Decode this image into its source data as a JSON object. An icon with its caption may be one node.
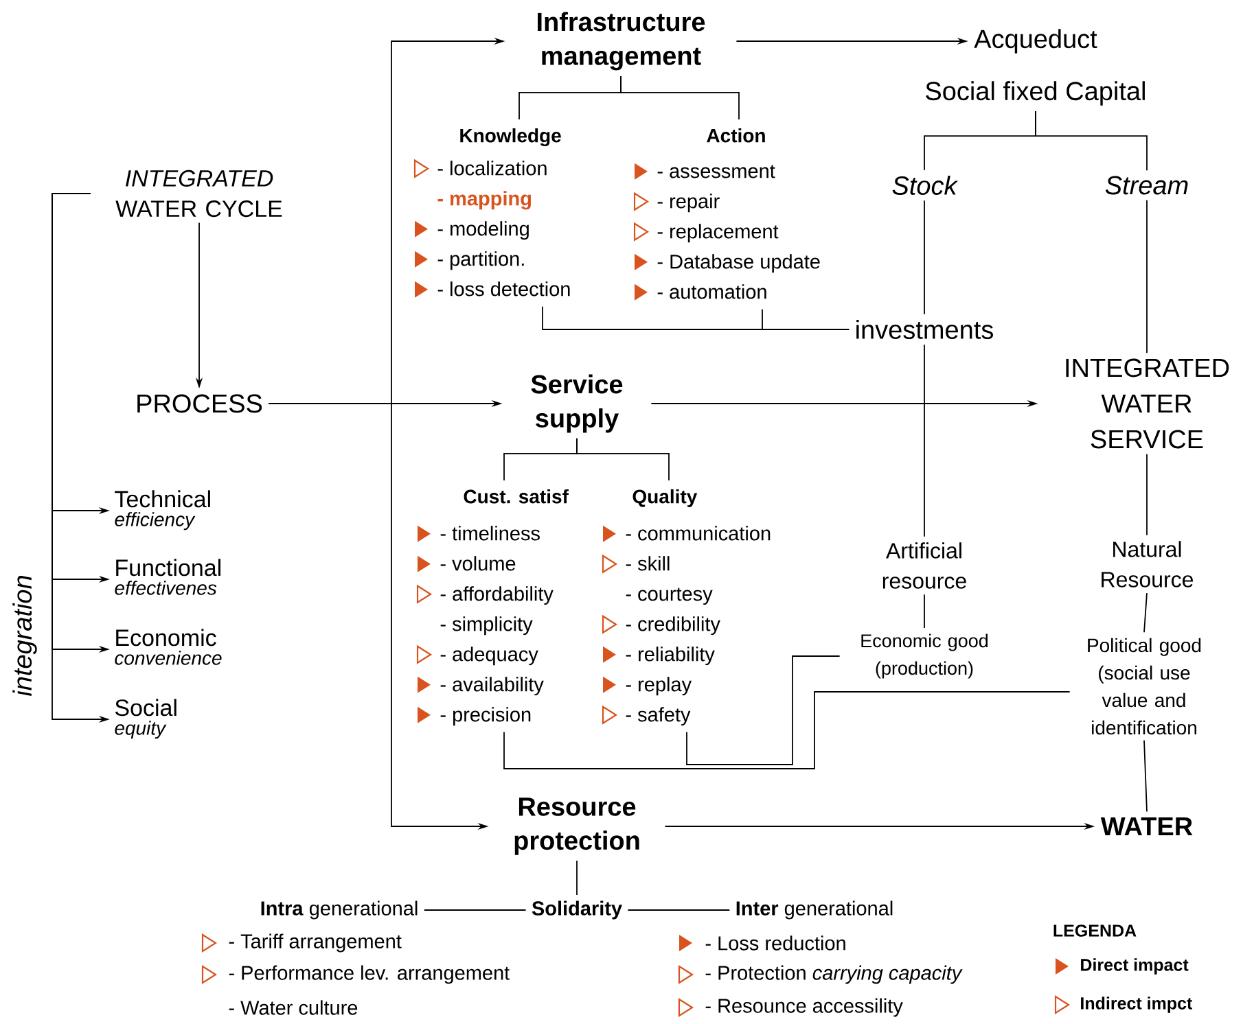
{
  "diagram": {
    "nodes": [
      {
        "text": [
          "*INTEGRATED* WATER CYCLE"
        ]
      },
      {
        "text": [
          "PROCESS"
        ]
      },
      {
        "text": [
          "Technical",
          "efficiency"
        ]
      },
      {
        "text": [
          "Functional",
          "effectivenes"
        ]
      },
      {
        "text": [
          "Economic",
          "convenience"
        ]
      },
      {
        "text": [
          "Social",
          "equity"
        ]
      },
      {
        "text": [
          "Infrastructure management"
        ]
      },
      {
        "text": [
          "Knowledge",
          "- localization",
          "- mapping",
          "- modeling",
          "- partition.",
          "- loss detection"
        ]
      },
      {
        "text": [
          "Action",
          "- assessment",
          "- repair",
          "- replacement",
          "- Database update",
          "- automation"
        ]
      },
      {
        "text": [
          "Service supply"
        ]
      },
      {
        "text": [
          "Cust. satisf",
          "- timeliness",
          "- volume",
          "- affordability",
          "- simplicity",
          "- adequacy",
          "- availability",
          "- precision"
        ]
      },
      {
        "text": [
          "Quality",
          "- communication",
          "- skill",
          "- courtesy",
          "- credibility",
          "- reliability",
          "- replay",
          "- safety"
        ]
      },
      {
        "text": [
          "Resource protection"
        ]
      },
      {
        "text": [
          "**Intra** generational"
        ]
      },
      {
        "text": [
          "Solidarity"
        ]
      },
      {
        "text": [
          "**Inter** generational"
        ]
      },
      {
        "text": [
          "Acqueduct"
        ]
      },
      {
        "text": [
          "Social fixed Capital"
        ]
      },
      {
        "text": [
          "Stock"
        ]
      },
      {
        "text": [
          "Stream"
        ]
      },
      {
        "text": [
          "investments"
        ]
      },
      {
        "text": [
          "INTEGRATED WATER SERVICE"
        ]
      },
      {
        "text": [
          "Artificial resource"
        ]
      },
      {
        "text": [
          "Natural Resource"
        ]
      },
      {
        "text": [
          "Economic good (production)"
        ]
      },
      {
        "text": [
          "Political good (social use value and identification"
        ]
      },
      {
        "text": [
          "WATER"
        ]
      }
    ],
    "edges": [
      {
        "from": 0,
        "to": 1,
        "arrow": "to"
      },
      {
        "from": 0,
        "to": 2,
        "arrow": "to"
      },
      {
        "from": 0,
        "to": 3,
        "arrow": "to"
      },
      {
        "from": 0,
        "to": 4,
        "arrow": "to"
      },
      {
        "from": 0,
        "to": 5,
        "arrow": "to"
      },
      {
        "from": 1,
        "to": 6,
        "arrow": "to"
      },
      {
        "from": 1,
        "to": 9,
        "arrow": "to"
      },
      {
        "from": 1,
        "to": 12,
        "arrow": "to"
      },
      {
        "from": 6,
        "to": 16,
        "arrow": "to"
      },
      {
        "from": 6,
        "to": 7,
        "arrow": "none"
      },
      {
        "from": 6,
        "to": 8,
        "arrow": "none"
      },
      {
        "from": 7,
        "to": 20,
        "arrow": "none"
      },
      {
        "from": 8,
        "to": 20,
        "arrow": "none"
      },
      {
        "from": 9,
        "to": 21,
        "arrow": "to"
      },
      {
        "from": 9,
        "to": 10,
        "arrow": "none"
      },
      {
        "from": 9,
        "to": 11,
        "arrow": "none"
      },
      {
        "from": 10,
        "to": 25,
        "arrow": "none"
      },
      {
        "from": 11,
        "to": 24,
        "arrow": "none"
      },
      {
        "from": 12,
        "to": 26,
        "arrow": "to"
      },
      {
        "from": 12,
        "to": 14,
        "arrow": "none"
      },
      {
        "from": 14,
        "to": 13,
        "arrow": "none"
      },
      {
        "from": 14,
        "to": 15,
        "arrow": "none"
      },
      {
        "from": 17,
        "to": 18,
        "arrow": "none"
      },
      {
        "from": 17,
        "to": 19,
        "arrow": "none"
      },
      {
        "from": 18,
        "to": 20,
        "arrow": "none"
      },
      {
        "from": 20,
        "to": 22,
        "arrow": "none"
      },
      {
        "from": 19,
        "to": 21,
        "arrow": "none"
      },
      {
        "from": 21,
        "to": 23,
        "arrow": "none"
      },
      {
        "from": 22,
        "to": 24,
        "arrow": "none"
      },
      {
        "from": 23,
        "to": 25,
        "arrow": "none"
      },
      {
        "from": 25,
        "to": 26,
        "arrow": "none"
      }
    ],
    "labels": [
      "integration",
      "- Tariff arrangement",
      "- Performance lev. arrangement",
      "- Water culture",
      "- Loss reduction",
      "- Protection *carrying capacity*",
      "- Resounce accessility",
      "LEGENDA"
    ],
    "legend": [
      {
        "text": "Direct impact"
      },
      {
        "text": "Indirect impct"
      }
    ]
  }
}
